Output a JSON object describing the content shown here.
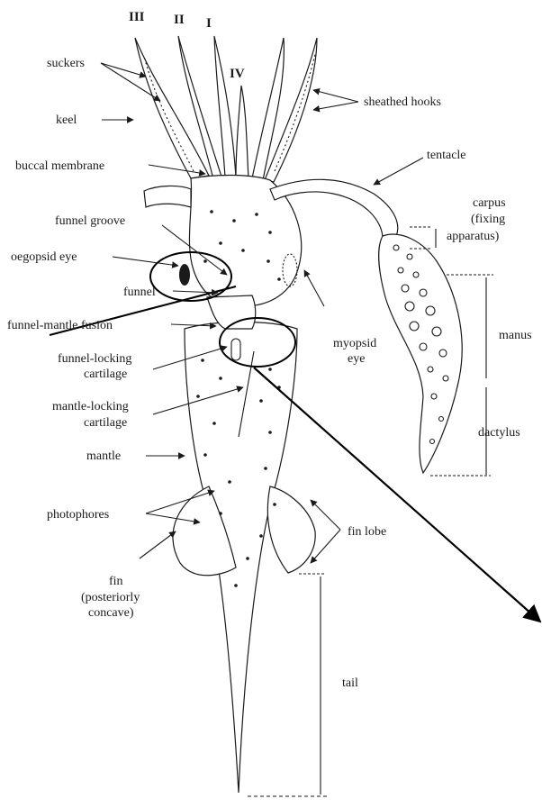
{
  "diagram": {
    "arm_numerals": [
      "III",
      "II",
      "I",
      "IV"
    ],
    "labels": {
      "suckers": "suckers",
      "keel": "keel",
      "buccal_membrane": "buccal membrane",
      "funnel_groove": "funnel groove",
      "oegopsid_eye": "oegopsid eye",
      "funnel": "funnel",
      "funnel_mantle_fusion": "funnel-mantle fusion",
      "funnel_locking_1": "funnel-locking",
      "funnel_locking_2": "cartilage",
      "mantle_locking_1": "mantle-locking",
      "mantle_locking_2": "cartilage",
      "mantle": "mantle",
      "photophores": "photophores",
      "fin_1": "fin",
      "fin_2": "(posteriorly",
      "fin_3": "concave)",
      "sheathed_hooks": "sheathed hooks",
      "tentacle": "tentacle",
      "carpus_1": "carpus",
      "carpus_2": "(fixing",
      "carpus_3": "apparatus)",
      "manus": "manus",
      "myopsid_1": "myopsid",
      "myopsid_2": "eye",
      "dactylus": "dactylus",
      "fin_lobe": "fin lobe",
      "tail": "tail"
    }
  }
}
